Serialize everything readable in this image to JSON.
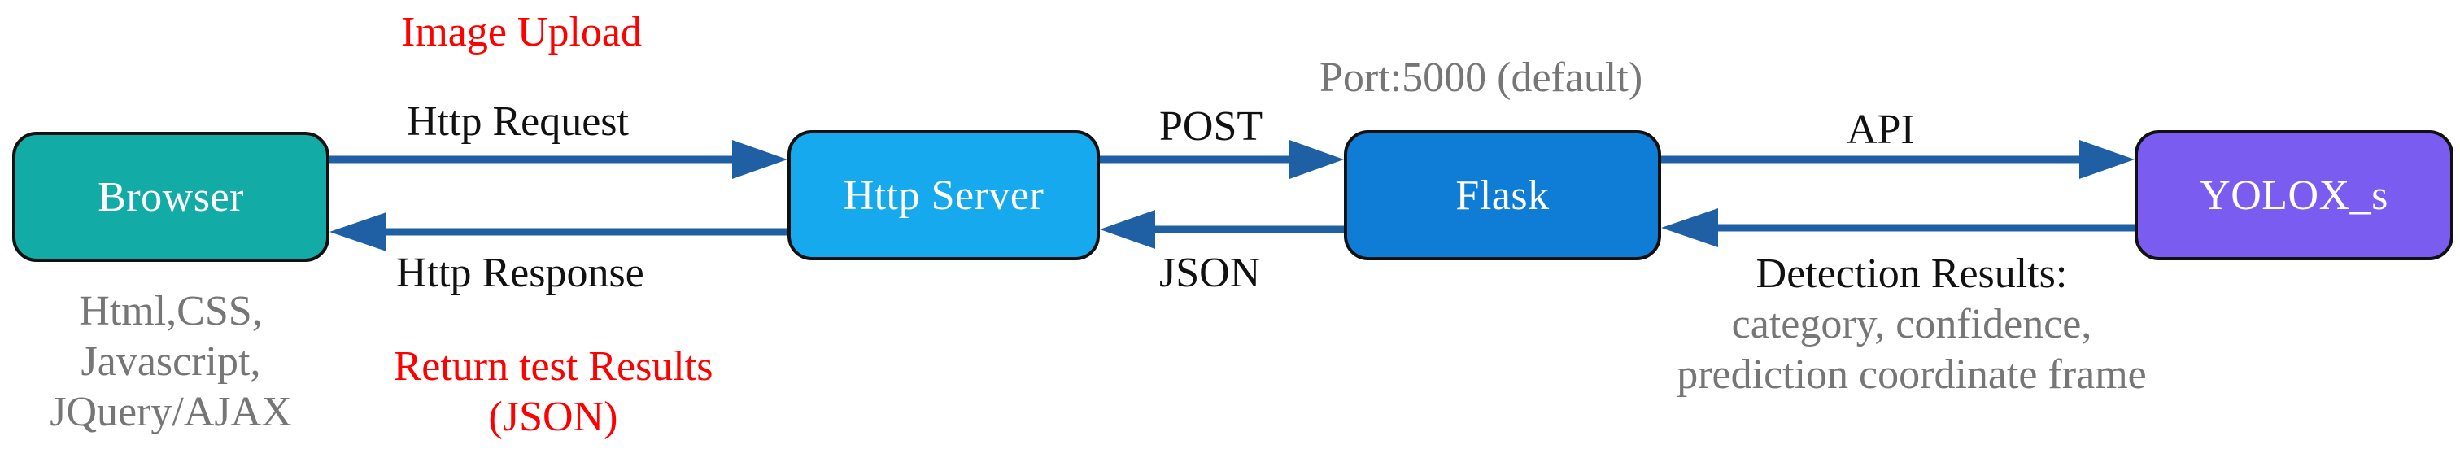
{
  "nodes": {
    "browser": {
      "label": "Browser",
      "color": "#13aba6"
    },
    "http_server": {
      "label": "Http Server",
      "color": "#17a9ee"
    },
    "flask": {
      "label": "Flask",
      "color": "#0f7dd6"
    },
    "yolox": {
      "label": "YOLOX_s",
      "color": "#7b5cf0"
    }
  },
  "edges": {
    "http_request": "Http Request",
    "http_response": "Http Response",
    "post": "POST",
    "json": "JSON",
    "api": "API"
  },
  "annotations": {
    "image_upload": "Image Upload",
    "port": "Port:5000 (default)",
    "browser_tech": [
      "Html,CSS,",
      "Javascript,",
      "JQuery/AJAX"
    ],
    "return_results": [
      "Return test Results",
      "(JSON)"
    ],
    "detection_results": [
      "Detection Results:",
      "category, confidence,",
      "prediction coordinate frame"
    ]
  },
  "colors": {
    "arrow": "#1f5fa3",
    "highlight_text": "#ff0000",
    "muted_text": "#767676"
  }
}
